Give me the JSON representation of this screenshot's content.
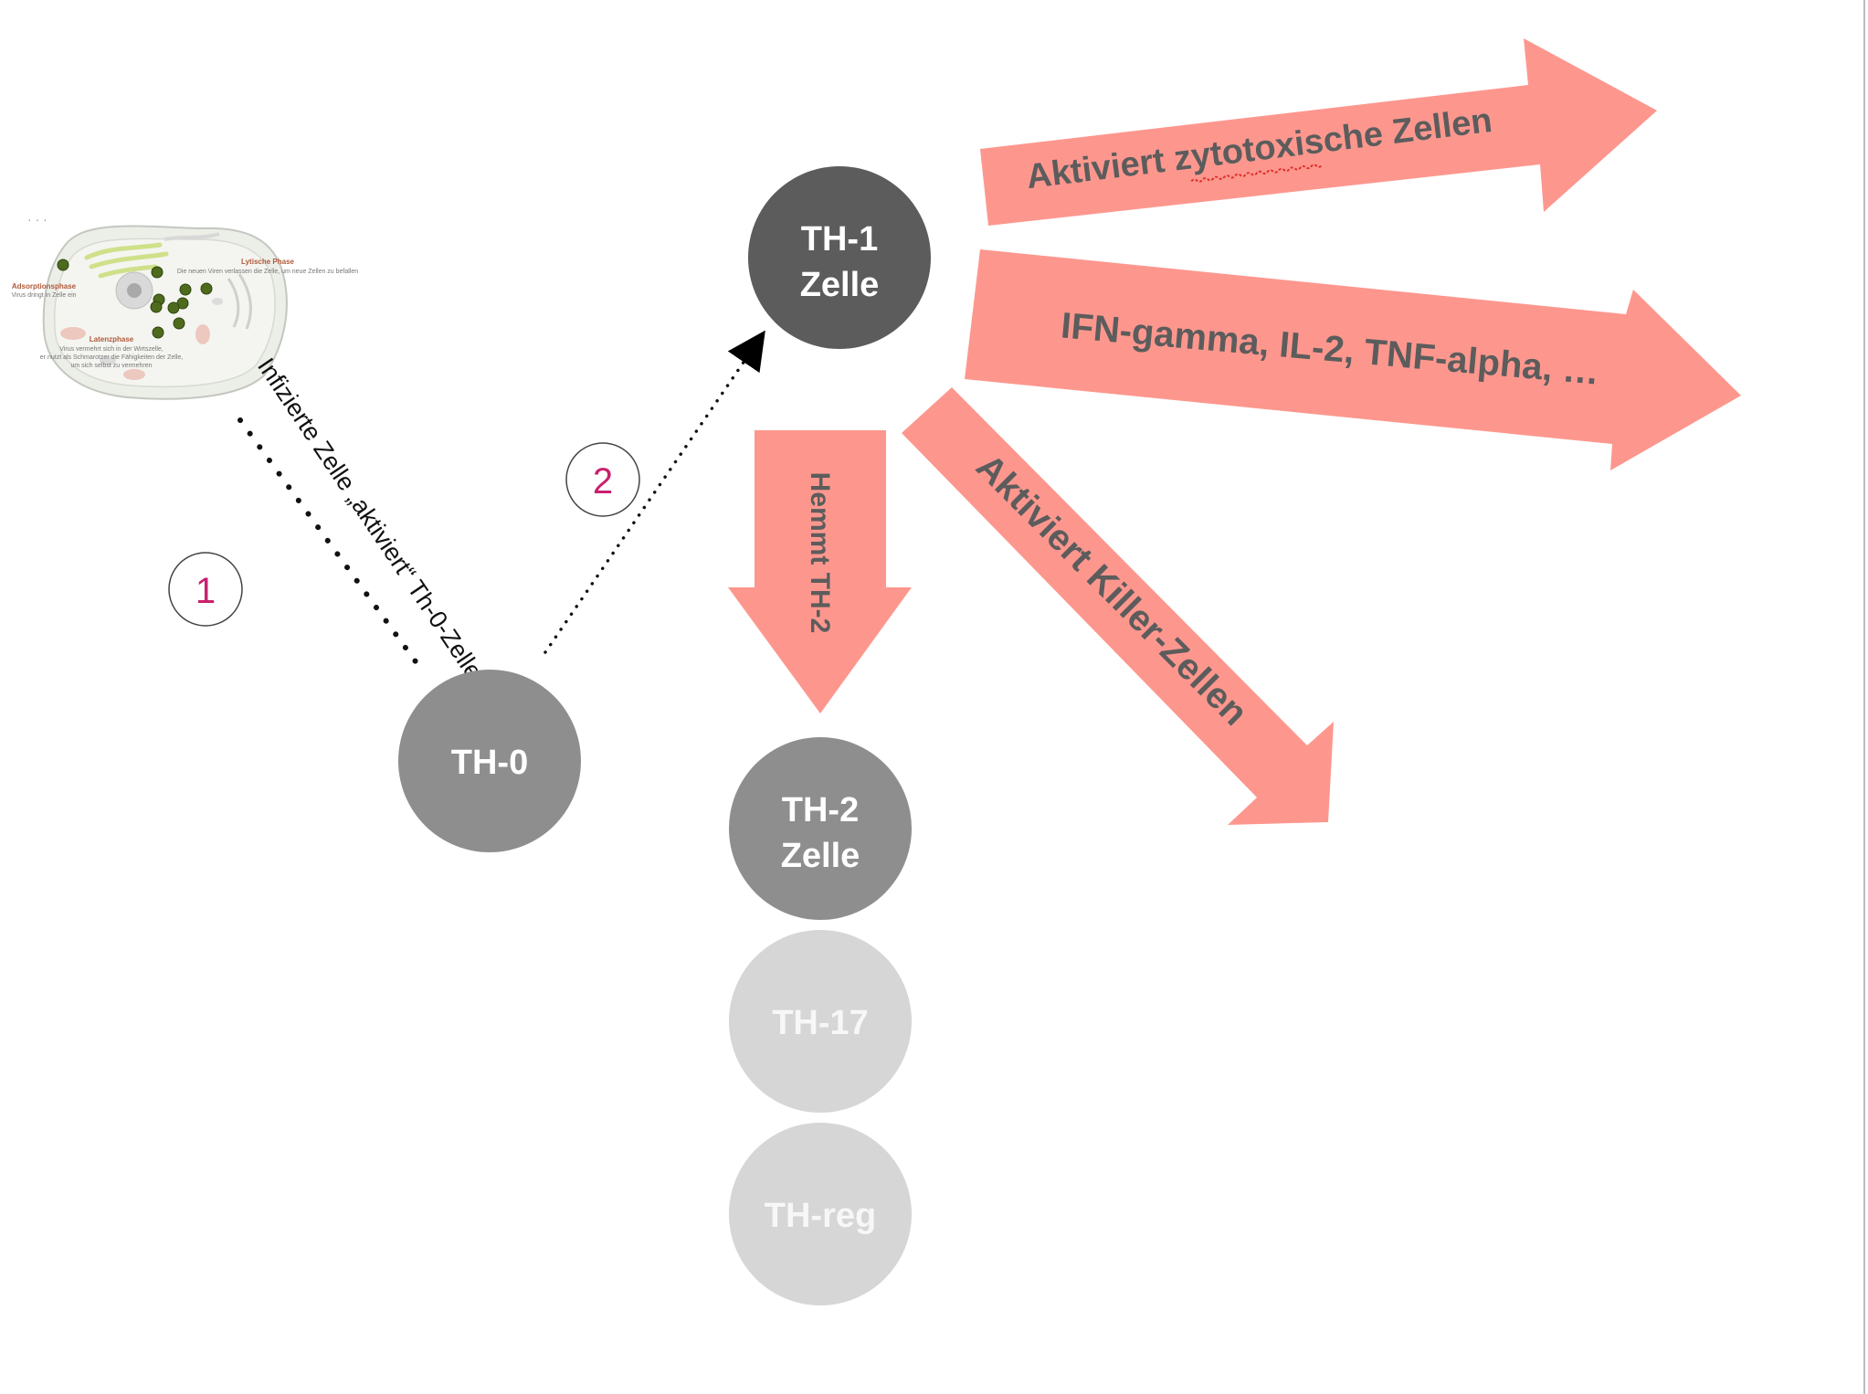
{
  "colors": {
    "arrow_fill": "#fd978e",
    "arrow_text": "#5c5c5c",
    "th0": "#8e8e8e",
    "th1": "#5c5c5c",
    "th2": "#8e8e8e",
    "th17": "#d6d6d6",
    "threg": "#d6d6d6",
    "number_accent": "#c8206e",
    "spellcheck_underline": "#e0302a"
  },
  "nodes": {
    "th0": {
      "label": "TH-0"
    },
    "th1": {
      "line1": "TH-1",
      "line2": "Zelle"
    },
    "th2": {
      "line1": "TH-2",
      "line2": "Zelle"
    },
    "th17": {
      "label": "TH-17"
    },
    "threg": {
      "label": "TH-reg"
    }
  },
  "steps": {
    "step1": "1",
    "step2": "2"
  },
  "edges": {
    "infected_to_th0": "Infizierte Zelle „aktiviert“ Th-0-Zelle"
  },
  "arrows": {
    "cytotoxic": "Aktiviert zytotoxische Zellen",
    "cytokines": "IFN-gamma, IL-2, TNF-alpha, …",
    "inhibits_th2": "Hemmt TH-2",
    "killer_cells": "Aktiviert Killer-Zellen"
  },
  "cell_illustration": {
    "icon": "infected-cell-illustration",
    "phase_adsorption": "Adsorptionsphase",
    "phase_adsorption_note": "Virus dringt in Zelle ein",
    "phase_lytic": "Lytische Phase",
    "phase_lytic_note": "Die neuen Viren verlassen die Zelle, um neue Zellen zu befallen",
    "phase_latency": "Latenzphase",
    "phase_latency_note_1": "Virus vermehrt sich in der Wirtszelle,",
    "phase_latency_note_2": "er nutzt als Schmarotzer die Fähigkeiten der Zelle,",
    "phase_latency_note_3": "um sich selbst zu vermehren"
  },
  "corner_mark": "· · ·"
}
